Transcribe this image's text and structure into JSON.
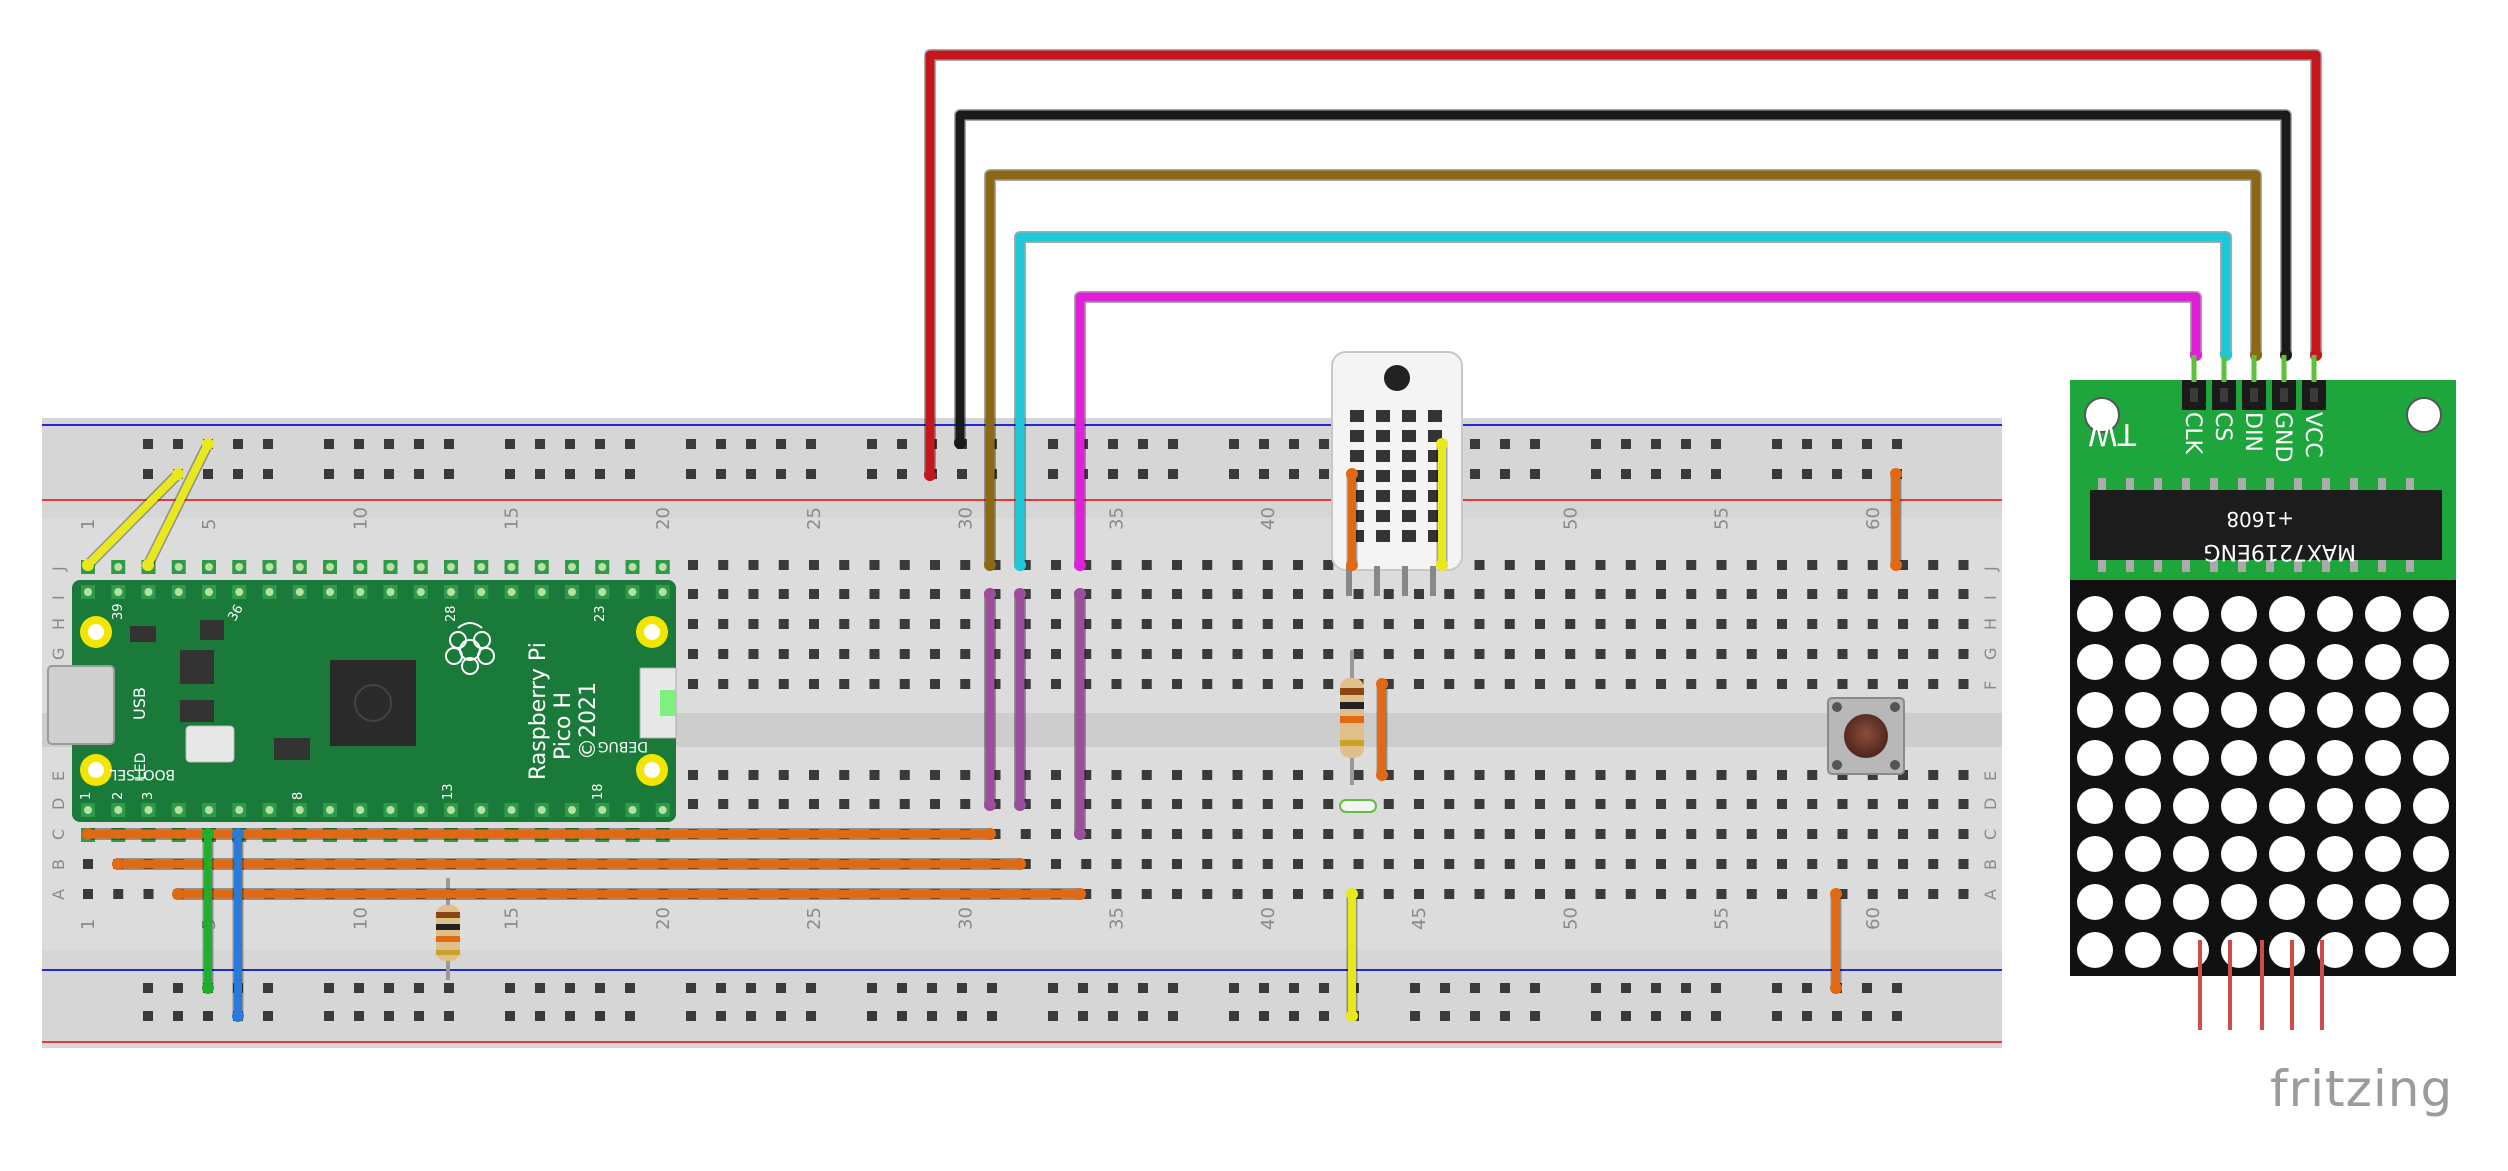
{
  "title": "",
  "watermark": "fritzing",
  "breadboard": {
    "column_labels": [
      "1",
      "5",
      "10",
      "15",
      "20",
      "25",
      "30",
      "35",
      "40",
      "45",
      "50",
      "55",
      "60"
    ],
    "row_labels_top": [
      "J",
      "I",
      "H",
      "G",
      "F"
    ],
    "row_labels_bottom": [
      "E",
      "D",
      "C",
      "B",
      "A"
    ]
  },
  "pico": {
    "name_lines": [
      "Raspberry Pi",
      "Pico H",
      "©2021"
    ],
    "usb_label": "USB",
    "led_label": "LED",
    "bootsel_label": "BOOTSEL",
    "debug_label": "DEBUG",
    "pin_numbers": [
      "39",
      "36",
      "28",
      "23",
      "1",
      "2",
      "3",
      "8",
      "13",
      "18"
    ]
  },
  "matrix_module": {
    "pin_labels": [
      "CLK",
      "CS",
      "DIN",
      "GND",
      "VCC"
    ],
    "chip_text": "MAX7219ENG",
    "chip_code": "+1608",
    "silk": "TW"
  },
  "colors": {
    "wire_red": "#c4161c",
    "wire_black": "#1a1a1a",
    "wire_brown": "#8b6914",
    "wire_cyan": "#1ec8d8",
    "wire_magenta": "#e020d8",
    "wire_orange": "#e06a14",
    "wire_yellow": "#e8e81c",
    "wire_purple": "#9c4d9c",
    "wire_green": "#1fae2e",
    "wire_blue": "#2a7ad8",
    "pcb_green": "#1a7a3a",
    "module_green": "#1ea53c"
  }
}
